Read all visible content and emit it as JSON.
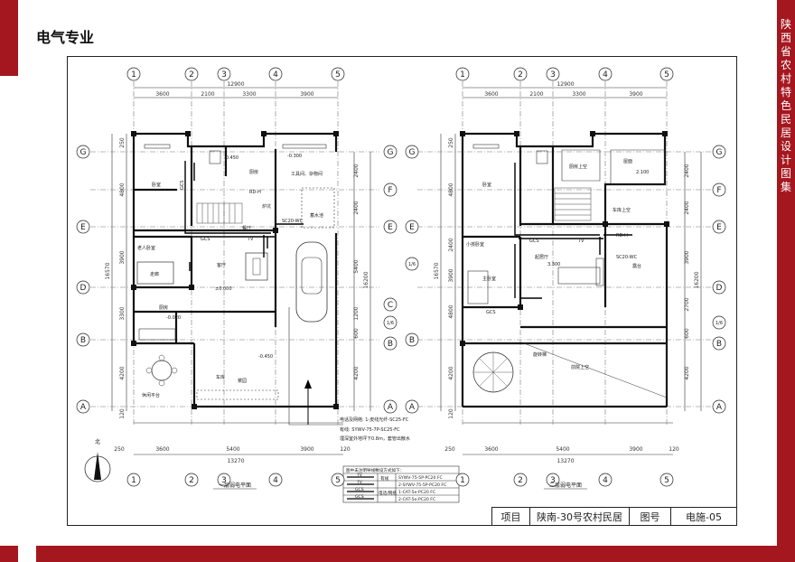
{
  "page": {
    "section_title": "电气专业",
    "side_title": "陕西省农村特色民居设计图集"
  },
  "axes": {
    "columns": [
      "1",
      "2",
      "3",
      "4",
      "5"
    ],
    "rows": [
      "G",
      "F",
      "E",
      "D",
      "C",
      "B",
      "A"
    ],
    "sub_row": "1/6"
  },
  "plan1": {
    "top_total": "12900",
    "top_dims": [
      "3600",
      "2100",
      "3300",
      "3900"
    ],
    "bottom_total": "13270",
    "bottom_dims": [
      "250",
      "3600",
      "5400",
      "3900",
      "120"
    ],
    "left_total": "16570",
    "left_dims": [
      "250",
      "4800",
      "3900",
      "3300",
      "4200",
      "120"
    ],
    "right_total": "16200",
    "right_dims": [
      "2400",
      "2400",
      "5400",
      "1200",
      "600",
      "4200"
    ],
    "rooms": {
      "bedroom1": "卧室",
      "kitchen_store": "厨房",
      "tool_room": "工具间、杂物间",
      "elder_room": "老人卧室",
      "living": "客厅",
      "kitchen": "厨房",
      "garage": "车库",
      "fireplace": "炉坑",
      "corridor": "走廊",
      "dining": "餐厅",
      "terrace": "休闲平台",
      "garden": "菜园",
      "water": "蓄水池"
    },
    "levels": {
      "l1": "-0.450",
      "l2": "-0.300",
      "l3": "±0.000",
      "l4": "-0.020",
      "l5": "-0.450"
    },
    "rd": "RD-H",
    "sc": "SC20-WC",
    "caption": "一层弱电平面",
    "notes": [
      "电话及网络: 1-皮线光纤-SC25-FC",
      "有线: SYWV-75-7P-SC25-FC",
      "埋深室外地坪下0.8m，套管出散水"
    ]
  },
  "plan2": {
    "top_total": "12900",
    "top_dims": [
      "3600",
      "2100",
      "3300",
      "3900"
    ],
    "bottom_total": "13270",
    "bottom_dims": [
      "250",
      "3600",
      "5400",
      "3900",
      "120"
    ],
    "left_total": "16570",
    "left_dims": [
      "250",
      "4800",
      "2400",
      "3900",
      "4800",
      "4200",
      "120"
    ],
    "right_total": "16200",
    "right_dims": [
      "2400",
      "2400",
      "3900",
      "2700",
      "600",
      "4200"
    ],
    "rooms": {
      "bedroom": "卧室",
      "kitchen_upper": "厨房上空",
      "roof": "屋面",
      "garage_upper": "车库上空",
      "child_room": "小孩卧室",
      "master": "主卧室",
      "study": "起居厅",
      "terrace": "露台",
      "stairs": "旋转梯",
      "void": "前院上空"
    },
    "levels": {
      "l1": "2.100",
      "l2": "3.300"
    },
    "rd": "RD-H",
    "sc": "SC20-WC",
    "caption": "二层弱电平面"
  },
  "legend": {
    "title": "图中未注明导线敷设方式如下：",
    "rows": [
      {
        "sym": "TV",
        "kind": "有线",
        "spec": "SYWV-75-5P-PC20 FC"
      },
      {
        "sym": "TV",
        "kind": "",
        "spec": "2-SYWV-75-5P-PC20 FC"
      },
      {
        "sym": "GCS",
        "kind": "电话/网络",
        "spec": "1-CAT-5e-PC20 FC"
      },
      {
        "sym": "GCS",
        "kind": "",
        "spec": "2-CAT-5e-PC20 FC"
      }
    ]
  },
  "title_block": {
    "project_label": "项目",
    "project_name": "陕南-30号农村民居",
    "drawing_label": "图号",
    "drawing_no": "电施-05"
  },
  "north": "北",
  "labels": {
    "gcs": "GCS",
    "tv": "TV"
  }
}
